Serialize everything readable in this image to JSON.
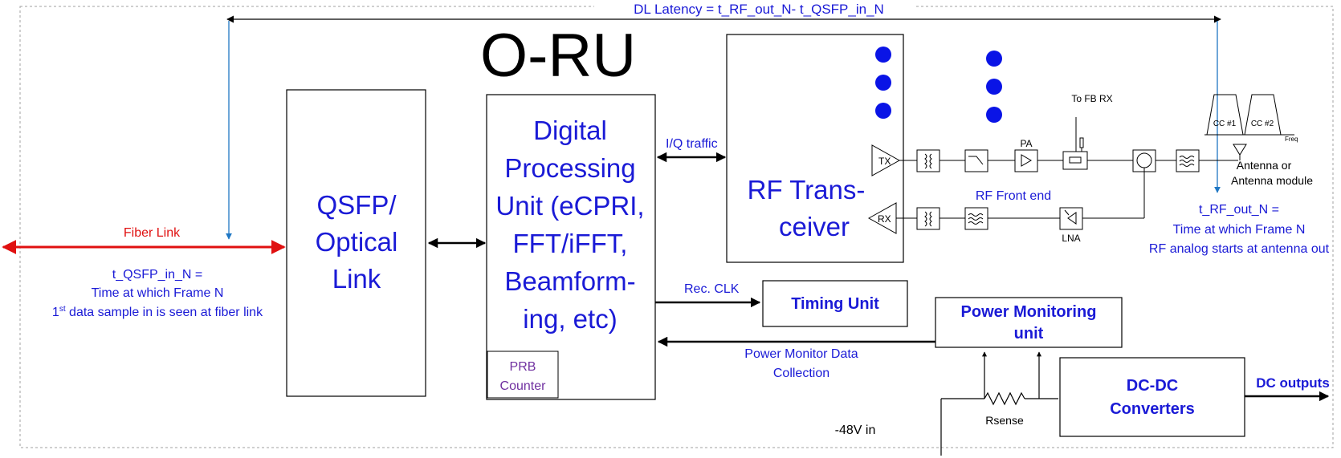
{
  "diagram": {
    "title": "O-RU",
    "latency_label": "DL Latency = t_RF_out_N- t_QSFP_in_N",
    "blocks": {
      "qsfp": [
        "QSFP/",
        "Optical",
        "Link"
      ],
      "dpu": [
        "Digital",
        "Processing",
        "Unit (eCPRI,",
        "FFT/iFFT,",
        "Beamform-",
        "ing, etc)"
      ],
      "prb": [
        "PRB",
        "Counter"
      ],
      "rf": [
        "RF Trans-",
        "ceiver"
      ],
      "timing": "Timing Unit",
      "power_monitor": [
        "Power Monitoring",
        "unit"
      ],
      "dcdc": [
        "DC-DC",
        "Converters"
      ]
    },
    "labels": {
      "fiber_link": "Fiber Link",
      "qsfp_in": [
        "t_QSFP_in_N =",
        "Time at which Frame N"
      ],
      "qsfp_in_line3_pre": "1",
      "qsfp_in_line3_sup": "st",
      "qsfp_in_line3_post": " data sample in is seen at fiber link",
      "iq_traffic": "I/Q traffic",
      "rec_clk": "Rec. CLK",
      "power_data": [
        "Power Monitor Data",
        "Collection"
      ],
      "rf_front_end": "RF Front end",
      "rf_out": [
        "t_RF_out_N =",
        "Time at which Frame N",
        "RF analog starts at antenna out"
      ],
      "antenna": [
        "Antenna or",
        "Antenna module"
      ],
      "to_fb_rx": "To FB RX",
      "pa": "PA",
      "lna": "LNA",
      "tx": "TX",
      "rx": "RX",
      "cc1": "CC #1",
      "cc2": "CC #2",
      "freq": "Freq",
      "dc_outputs": "DC outputs",
      "v_in": "-48V in",
      "rsense": "Rsense"
    },
    "colors": {
      "text_blue": "#1a1ad6",
      "fiber_red": "#e01010",
      "marker_blue": "#1f77c4",
      "prb_purple": "#7030a0",
      "border_gray": "#a0a0a0"
    }
  }
}
